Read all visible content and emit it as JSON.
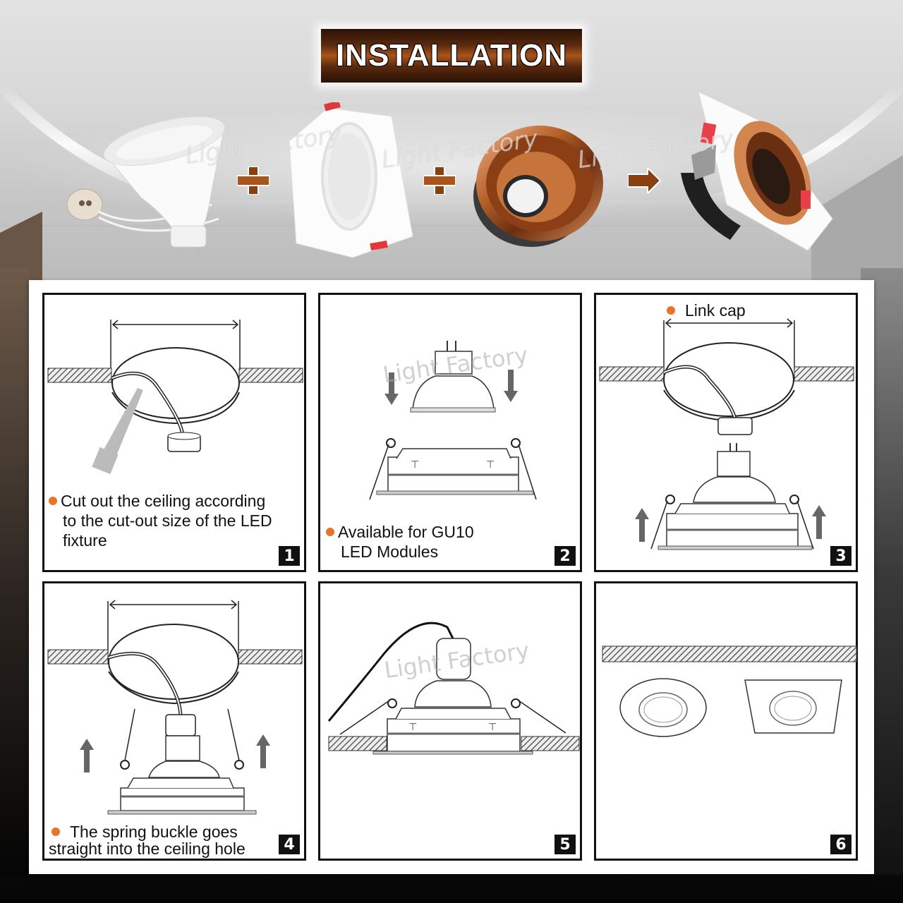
{
  "header": {
    "title": "INSTALLATION",
    "title_colors": {
      "gradient_dark": "#2a1206",
      "gradient_mid": "#a8541a",
      "text": "#ffffff"
    }
  },
  "components": {
    "items": [
      {
        "name": "GU10 LED bulb with lamp holder"
      },
      {
        "name": "White square trim frame"
      },
      {
        "name": "Rose gold reflector cup"
      },
      {
        "name": "Assembled downlight fixture"
      }
    ],
    "operators": [
      "+",
      "+",
      "→"
    ],
    "watermark": "Light Factory"
  },
  "steps": [
    {
      "number": "1",
      "caption_lines": [
        "Cut out the ceiling according",
        "to the cut-out size of the LED",
        "fixture"
      ]
    },
    {
      "number": "2",
      "caption_lines": [
        "Available for GU10",
        "LED Modules"
      ],
      "watermark": "Light Factory"
    },
    {
      "number": "3",
      "label": "Link cap"
    },
    {
      "number": "4",
      "caption_lines": [
        "The spring buckle goes",
        "straight into the ceiling hole"
      ]
    },
    {
      "number": "5",
      "watermark": "Light Factory"
    },
    {
      "number": "6"
    }
  ],
  "colors": {
    "bullet": "#e8742a",
    "number_badge": "#111111",
    "accent_copper": "#b8622a"
  }
}
